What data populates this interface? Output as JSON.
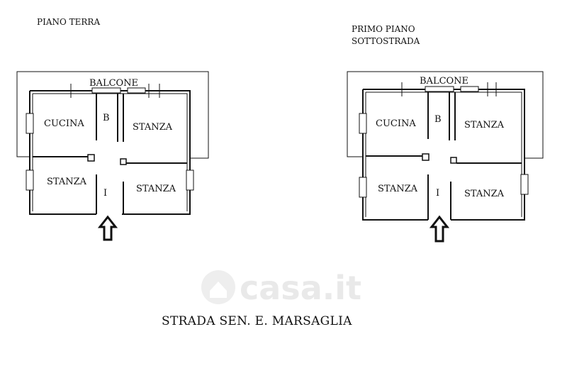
{
  "plans": [
    {
      "title_lines": [
        "PIANO TERRA"
      ],
      "rooms": {
        "balcone": "BALCONE",
        "cucina": "CUCINA",
        "bagno": "B",
        "stanza_top": "STANZA",
        "stanza_left": "STANZA",
        "ingresso": "I",
        "stanza_right": "STANZA"
      }
    },
    {
      "title_lines": [
        "PRIMO PIANO",
        "SOTTOSTRADA"
      ],
      "rooms": {
        "balcone": "BALCONE",
        "cucina": "CUCINA",
        "bagno": "B",
        "stanza_top": "STANZA",
        "stanza_left": "STANZA",
        "ingresso": "I",
        "stanza_right": "STANZA"
      }
    }
  ],
  "street_label": "STRADA SEN. E. MARSAGLIA",
  "watermark": "casa.it",
  "icons": [
    "entrance-arrow-icon",
    "watermark-house-icon"
  ]
}
